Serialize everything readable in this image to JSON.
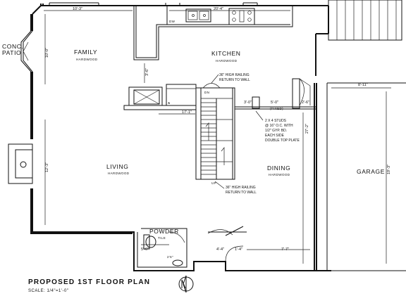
{
  "plan": {
    "title": "PROPOSED 1ST FLOOR PLAN",
    "scale": "SCALE: 1/4\"=1'-0\""
  },
  "rooms": {
    "family": {
      "name": "FAMILY",
      "floor": "HARDWOOD"
    },
    "kitchen": {
      "name": "KITCHEN",
      "floor": "HARDWOOD"
    },
    "living": {
      "name": "LIVING",
      "floor": "HARDWOOD"
    },
    "dining": {
      "name": "DINING",
      "floor": "HARDWOOD"
    },
    "garage": {
      "name": "GARAGE"
    },
    "powder": {
      "name": "POWDER",
      "floor": "TILE"
    },
    "patio": {
      "line1": "CONC.",
      "line2": "PATIO"
    }
  },
  "dimensions": {
    "top_left": "10'-3\"",
    "top_right": "20'-4\"",
    "family_side": "10'-0\"",
    "living_side": "12'-3\"",
    "family_passage": "3'-6\"",
    "stair_run": "17'-1\"",
    "kitchen_a": "3'-0\"",
    "kitchen_b": "5'-0\"",
    "kitchen_c": "2'-6\"",
    "dining_side": "27'-2\"",
    "garage_top": "8'-11\"",
    "garage_side": "19'-3\"",
    "powder_width": "5'-6\"",
    "bottom_a": "4'-4\"",
    "bottom_b": "1'-4\"",
    "bottom_c": "7'-7\""
  },
  "labels": {
    "dw": "DW",
    "dn": "DN",
    "up": "UP",
    "fixed": "(FIXED)",
    "powder_dim": "2'6\""
  },
  "notes": {
    "railing_top_1": "36\" HIGH RAILING",
    "railing_top_2": "RETURN TO WALL",
    "railing_bot_1": "36\" HIGH RAILING",
    "railing_bot_2": "RETURN TO WALL",
    "stud_1": "2 X 4 STUDS",
    "stud_2": "@ 16\" O.C. WITH",
    "stud_3": "1/2\" GYP. BD.",
    "stud_4": "EACH SIDE",
    "stud_5": "DOUBLE TOP PLATE"
  }
}
